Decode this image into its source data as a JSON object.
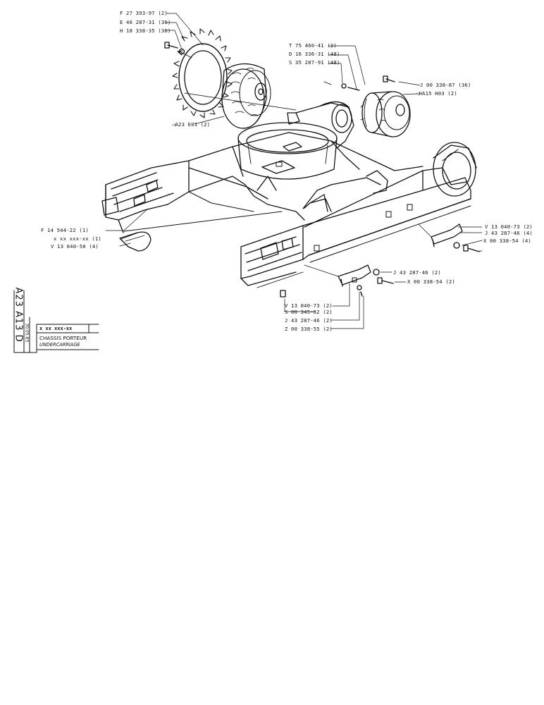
{
  "callouts": {
    "f27393": "F 27 393-97 (2)",
    "e46287": "E 46 287-31 (36)",
    "h18338": "H 18 338-35 (36)",
    "a23e01": "◁A23 E01 (2)",
    "t75460": "T 75 460-41 (2)",
    "d16336": "D 16 336-31 (48)",
    "s35287": "S 35 287-91 (48)",
    "j00338": "J 00 338-87 (36)",
    "ha15h03": "◁HA15 H03 (2)",
    "f14544": "F 14 544-22 (1)",
    "xxxxxx": "x xx xxx-xx (1)",
    "v13040_50": "V 13 040-50 (4)",
    "v13040_73_r": "V 13 040-73 (2)",
    "j43287_r": "J 43 287-46 (4)",
    "x00338_54_r": "X 00 338-54 (4)",
    "j43287_m": "J 43 287-46 (2)",
    "x00338_54_m": "X 00 338-54 (2)",
    "v13040_73_b": "V 13 040-73 (2)",
    "s00345": "S 00 345-62 (2)",
    "j43287_b": "J 43 287-46 (2)",
    "z00338": "Z 00 338-55 (2)"
  },
  "title_block": {
    "ref_code": "A23 A13 D",
    "date": "30.05.83",
    "part_code": "x  xx  xxx-xx",
    "title_fr": "CHASSIS PORTEUR",
    "title_en": "UNDERCARRIAGE"
  }
}
